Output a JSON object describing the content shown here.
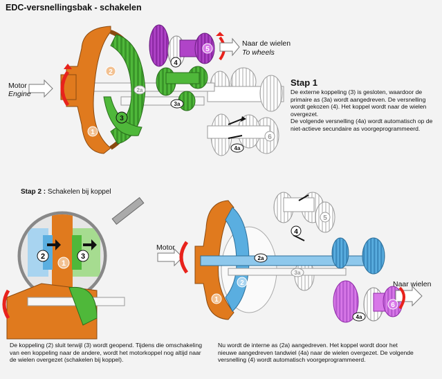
{
  "title": "EDC-versnellingsbak - schakelen",
  "top": {
    "label_motor": "Motor",
    "label_engine": "Engine",
    "label_wheels_nl": "Naar de wielen",
    "label_wheels_en": "To wheels",
    "step_title": "Stap 1",
    "text_lines": [
      "De externe koppeling (3) is gesloten, waardoor de",
      "primaire as (3a) wordt aangedreven. De versnelling",
      "wordt gekozen (4). Het koppel wordt naar de wielen",
      "overgezet.",
      "De volgende versnelling (4a) wordt automatisch op de",
      "niet-actieve secundaire as voorgeprogrammeerd."
    ],
    "markers": [
      "1",
      "2",
      "3",
      "2a",
      "3a",
      "4",
      "4a",
      "5",
      "6"
    ]
  },
  "step2": {
    "title_bold": "Stap 2 :",
    "title_rest": " Schakelen bij koppel",
    "label_motor": "Motor",
    "label_wheels": "Naar wielen",
    "markers_zoom": [
      "2",
      "1",
      "3"
    ],
    "markers_right": [
      "1",
      "2",
      "2a",
      "3a",
      "4",
      "4a",
      "5",
      "6"
    ],
    "caption_left": [
      "De koppeling (2) sluit terwijl (3) wordt geopend. Tijdens die omschakeling",
      "van een koppeling naar de andere, wordt het motorkoppel nog altijd naar",
      "de wielen overgezet (schakelen bij koppel)."
    ],
    "caption_right": [
      "Nu wordt de interne as (2a) aangedreven. Het koppel wordt door het",
      "nieuwe aangedreven tandwiel (4a) naar de wielen overgezet. De volgende",
      "versnelling (4) wordt automatisch voorgeprogrammeerd."
    ]
  },
  "colors": {
    "orange": "#e07a1e",
    "green": "#4fb83a",
    "purple": "#b044c8",
    "blue": "#5aaee0",
    "red": "#e8221c"
  }
}
